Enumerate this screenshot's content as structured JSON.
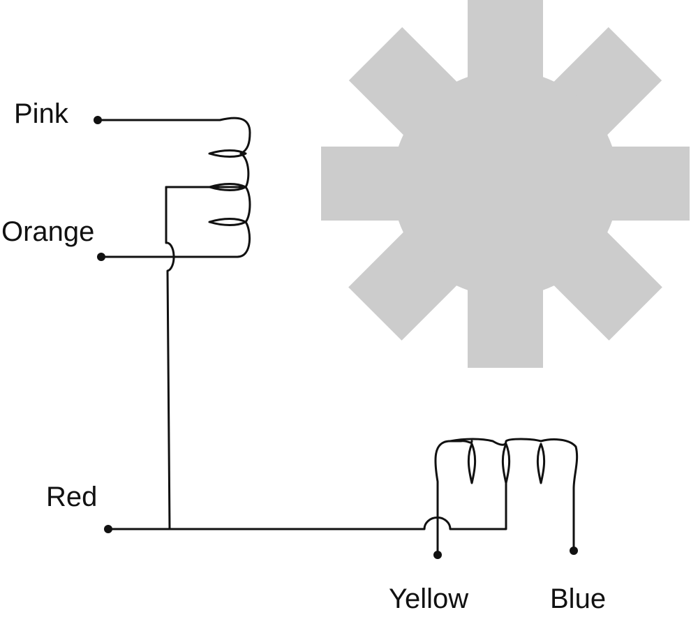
{
  "labels": {
    "pink": "Pink",
    "orange": "Orange",
    "red": "Red",
    "yellow": "Yellow",
    "blue": "Blue"
  },
  "colors": {
    "rotor": "#cccccc",
    "wire": "#111111"
  }
}
